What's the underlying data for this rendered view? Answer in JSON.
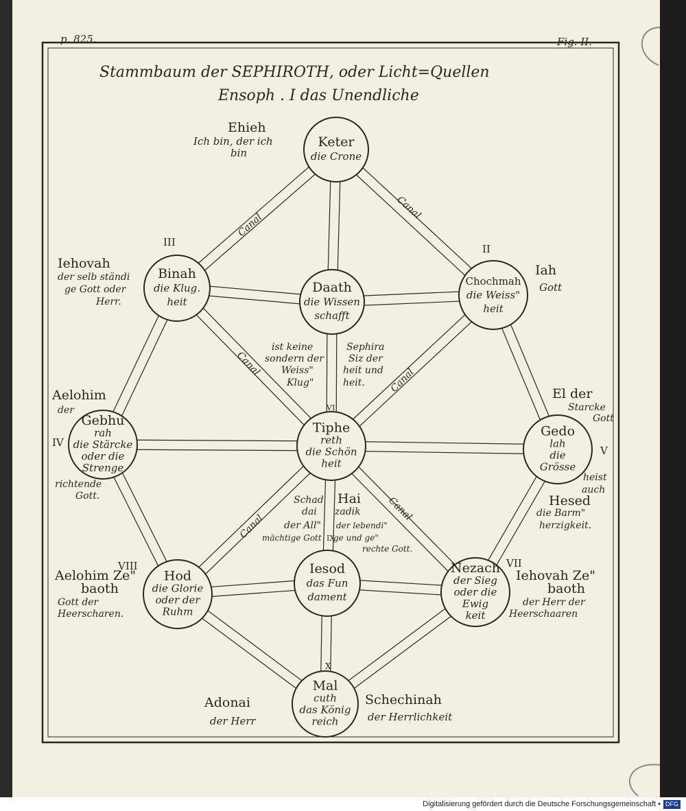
{
  "page_label_left": "p. 825.",
  "page_label_right": "Fig. II.",
  "title_line1": "Stammbaum der SEPHIROTH, oder Licht=Quellen",
  "title_line2": "Ensoph . I das Unendliche",
  "nodes": {
    "keter": {
      "name": "Keter",
      "sub": [
        "die Crone"
      ]
    },
    "binah": {
      "name": "Binah",
      "sub": [
        "die Klug.",
        "heit"
      ],
      "numeral": "III"
    },
    "daath": {
      "name": "Daath",
      "sub": [
        "die Wissen",
        "schafft"
      ]
    },
    "chochmah": {
      "name": "Chochmah",
      "sub": [
        "die Weiss\"",
        "heit"
      ],
      "numeral": "II"
    },
    "gebhurah": {
      "name": "Gebhu",
      "sub": [
        "rah",
        "die Stärcke",
        "oder die",
        "Strenge"
      ],
      "numeral": "IV"
    },
    "tiphereth": {
      "name": "Tiphe",
      "sub": [
        "reth",
        "die Schön",
        "heit"
      ],
      "numeral": "VI"
    },
    "gedolah": {
      "name": "Gedo",
      "sub": [
        "lah",
        "die",
        "Grösse"
      ],
      "numeral": "V"
    },
    "hod": {
      "name": "Hod",
      "sub": [
        "die Glorie",
        "oder der",
        "Ruhm"
      ],
      "numeral": "VIII"
    },
    "iesod": {
      "name": "Iesod",
      "sub": [
        "das Fun",
        "dament"
      ],
      "numeral": "IX"
    },
    "nezach": {
      "name": "Nezach",
      "sub": [
        "der Sieg",
        "oder die",
        "Ewig",
        "keit"
      ],
      "numeral": "VII"
    },
    "malcuth": {
      "name": "Mal",
      "sub": [
        "cuth",
        "das König",
        "reich"
      ],
      "numeral": "X"
    }
  },
  "canal_label": "Canal",
  "annotations": {
    "ehieh": {
      "title": "Ehieh",
      "lines": [
        "Ich bin, der ich",
        "bin"
      ]
    },
    "iah": {
      "lines": [
        "Iah",
        "Gott"
      ]
    },
    "iehovah_left": {
      "lines": [
        "Iehovah",
        "der selb ständi",
        "ge Gott oder",
        "Herr."
      ]
    },
    "aelohim_left": {
      "lines": [
        "Aelohim",
        "der"
      ]
    },
    "richtende": {
      "lines": [
        "richtende",
        "Gott."
      ]
    },
    "el": {
      "lines": [
        "El der",
        "Starcke",
        "Gott"
      ]
    },
    "hesed": {
      "lines": [
        "heist",
        "auch",
        "Hesed",
        "die Barm\"",
        "herzigkeit."
      ]
    },
    "sephira_left": {
      "lines": [
        "ist keine",
        "sondern der",
        "Weiss\"",
        "Klug\""
      ]
    },
    "sephira_right": {
      "lines": [
        "Sephira",
        "Siz der",
        "heit und",
        "heit."
      ]
    },
    "schaddai": {
      "lines": [
        "Schad",
        "dai",
        "der All\"",
        "mächtige Gott"
      ]
    },
    "haizadik": {
      "lines": [
        "Hai",
        "zadik",
        "der lebendi\"",
        "ge und ge\"",
        "rechte Gott."
      ]
    },
    "aelohim_zebaoth": {
      "lines": [
        "Aelohim Ze\"",
        "baoth",
        "Gott der",
        "Heerscharen."
      ]
    },
    "iehovah_zebaoth": {
      "lines": [
        "Iehovah Ze\"",
        "baoth",
        "der Herr der",
        "Heerschaaren"
      ]
    },
    "adonai": {
      "lines": [
        "Adonai",
        "der Herr"
      ]
    },
    "schechinah": {
      "lines": [
        "Schechinah",
        "der Herrlichkeit"
      ]
    }
  },
  "footer": {
    "text": "Digitalisierung gefördert durch die Deutsche Forschungsgemeinschaft •",
    "badge": "DFG"
  },
  "colors": {
    "paper": "#f3efe2",
    "ink": "#2b2620"
  }
}
